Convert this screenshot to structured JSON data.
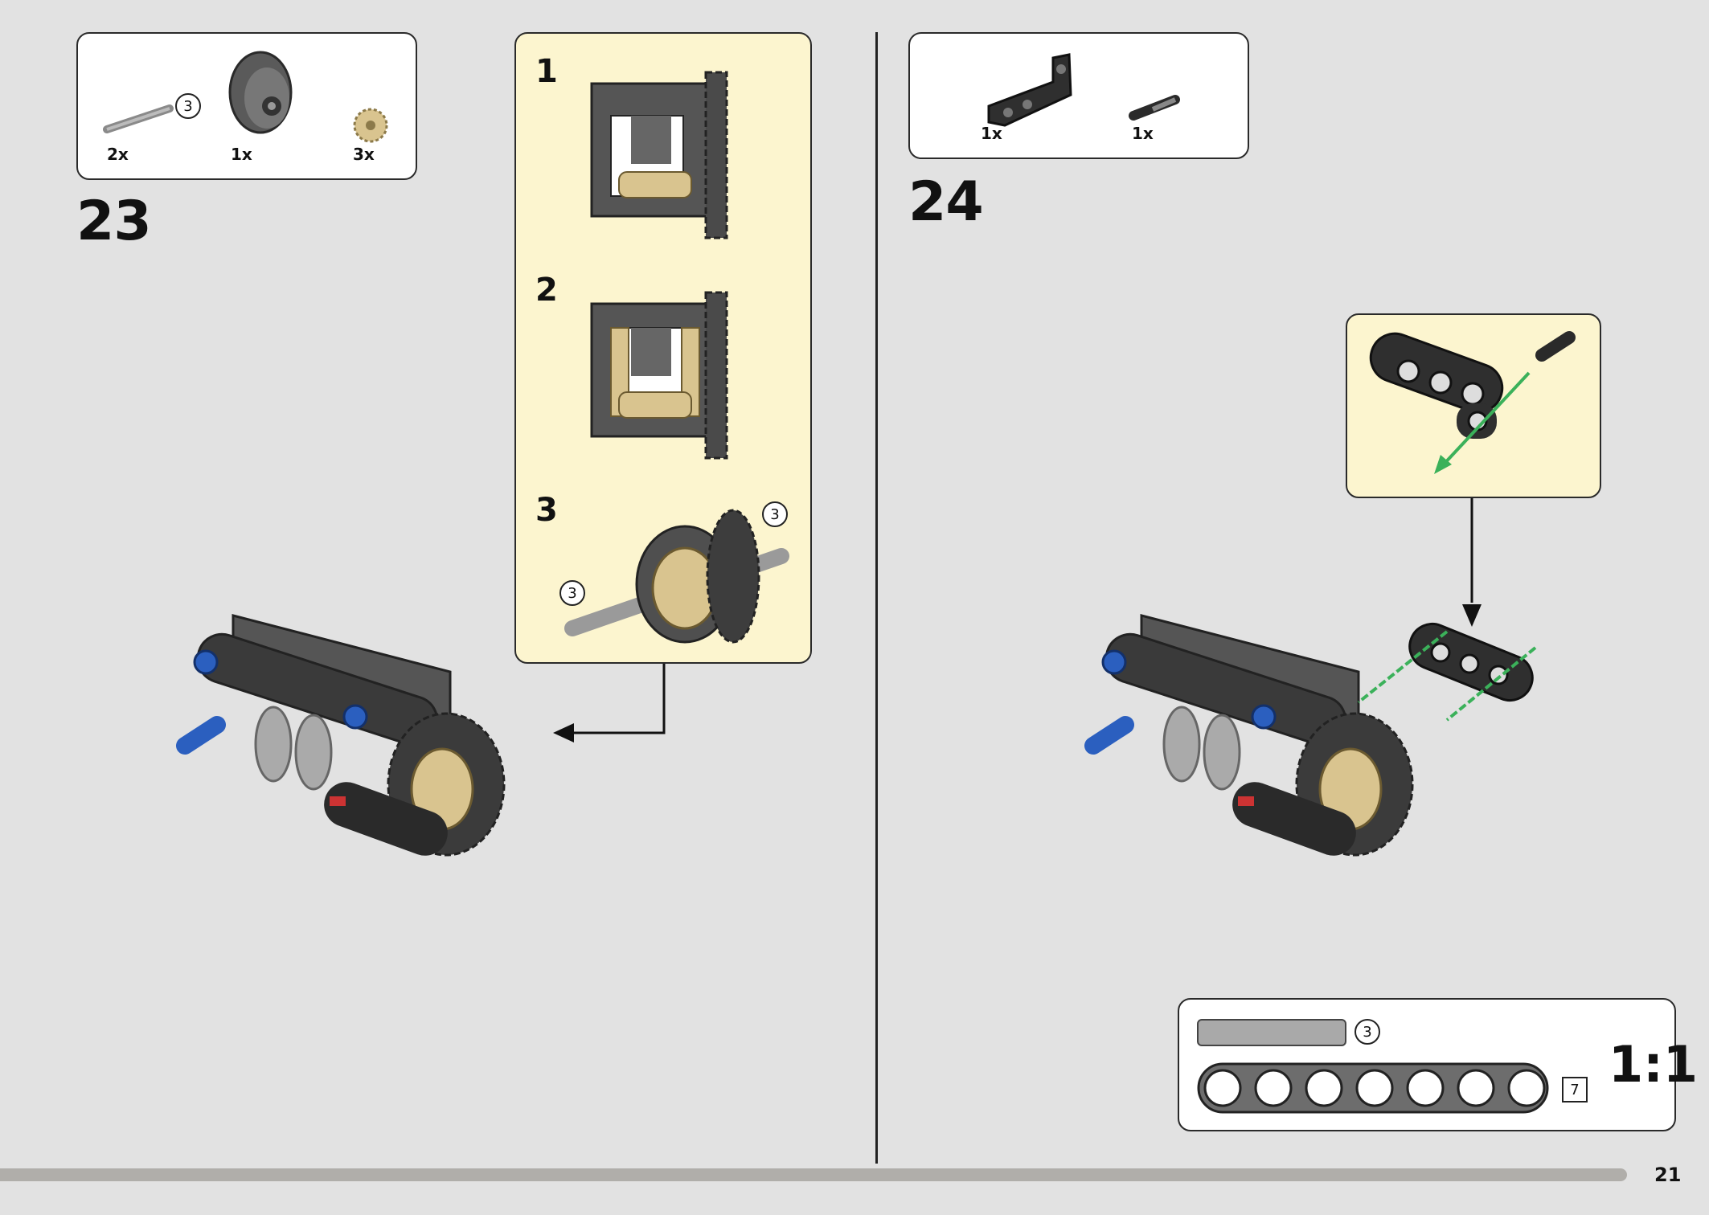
{
  "step23": {
    "number": "23",
    "parts": [
      {
        "qty": "2x",
        "icon": "axle-3",
        "length": "3"
      },
      {
        "qty": "1x",
        "icon": "differential-gear-casing"
      },
      {
        "qty": "3x",
        "icon": "bevel-gear-12-tooth"
      }
    ],
    "substeps": [
      {
        "num": "1"
      },
      {
        "num": "2"
      },
      {
        "num": "3",
        "callouts": [
          "3",
          "3"
        ]
      }
    ]
  },
  "step24": {
    "number": "24",
    "parts": [
      {
        "qty": "1x",
        "icon": "bent-liftarm"
      },
      {
        "qty": "1x",
        "icon": "pin-with-friction"
      }
    ]
  },
  "scale": {
    "axle_length": "3",
    "beam_length": "7",
    "ratio": "1:1"
  },
  "page": {
    "number": "21"
  },
  "colors": {
    "background": "#e2e2e2",
    "callout": "#fcf5cf",
    "dark_gray": "#555555",
    "tan": "#dbc89a",
    "blue": "#2b5fbf",
    "green_arrow": "#3bb15a",
    "progress": "#b0aeaa"
  }
}
